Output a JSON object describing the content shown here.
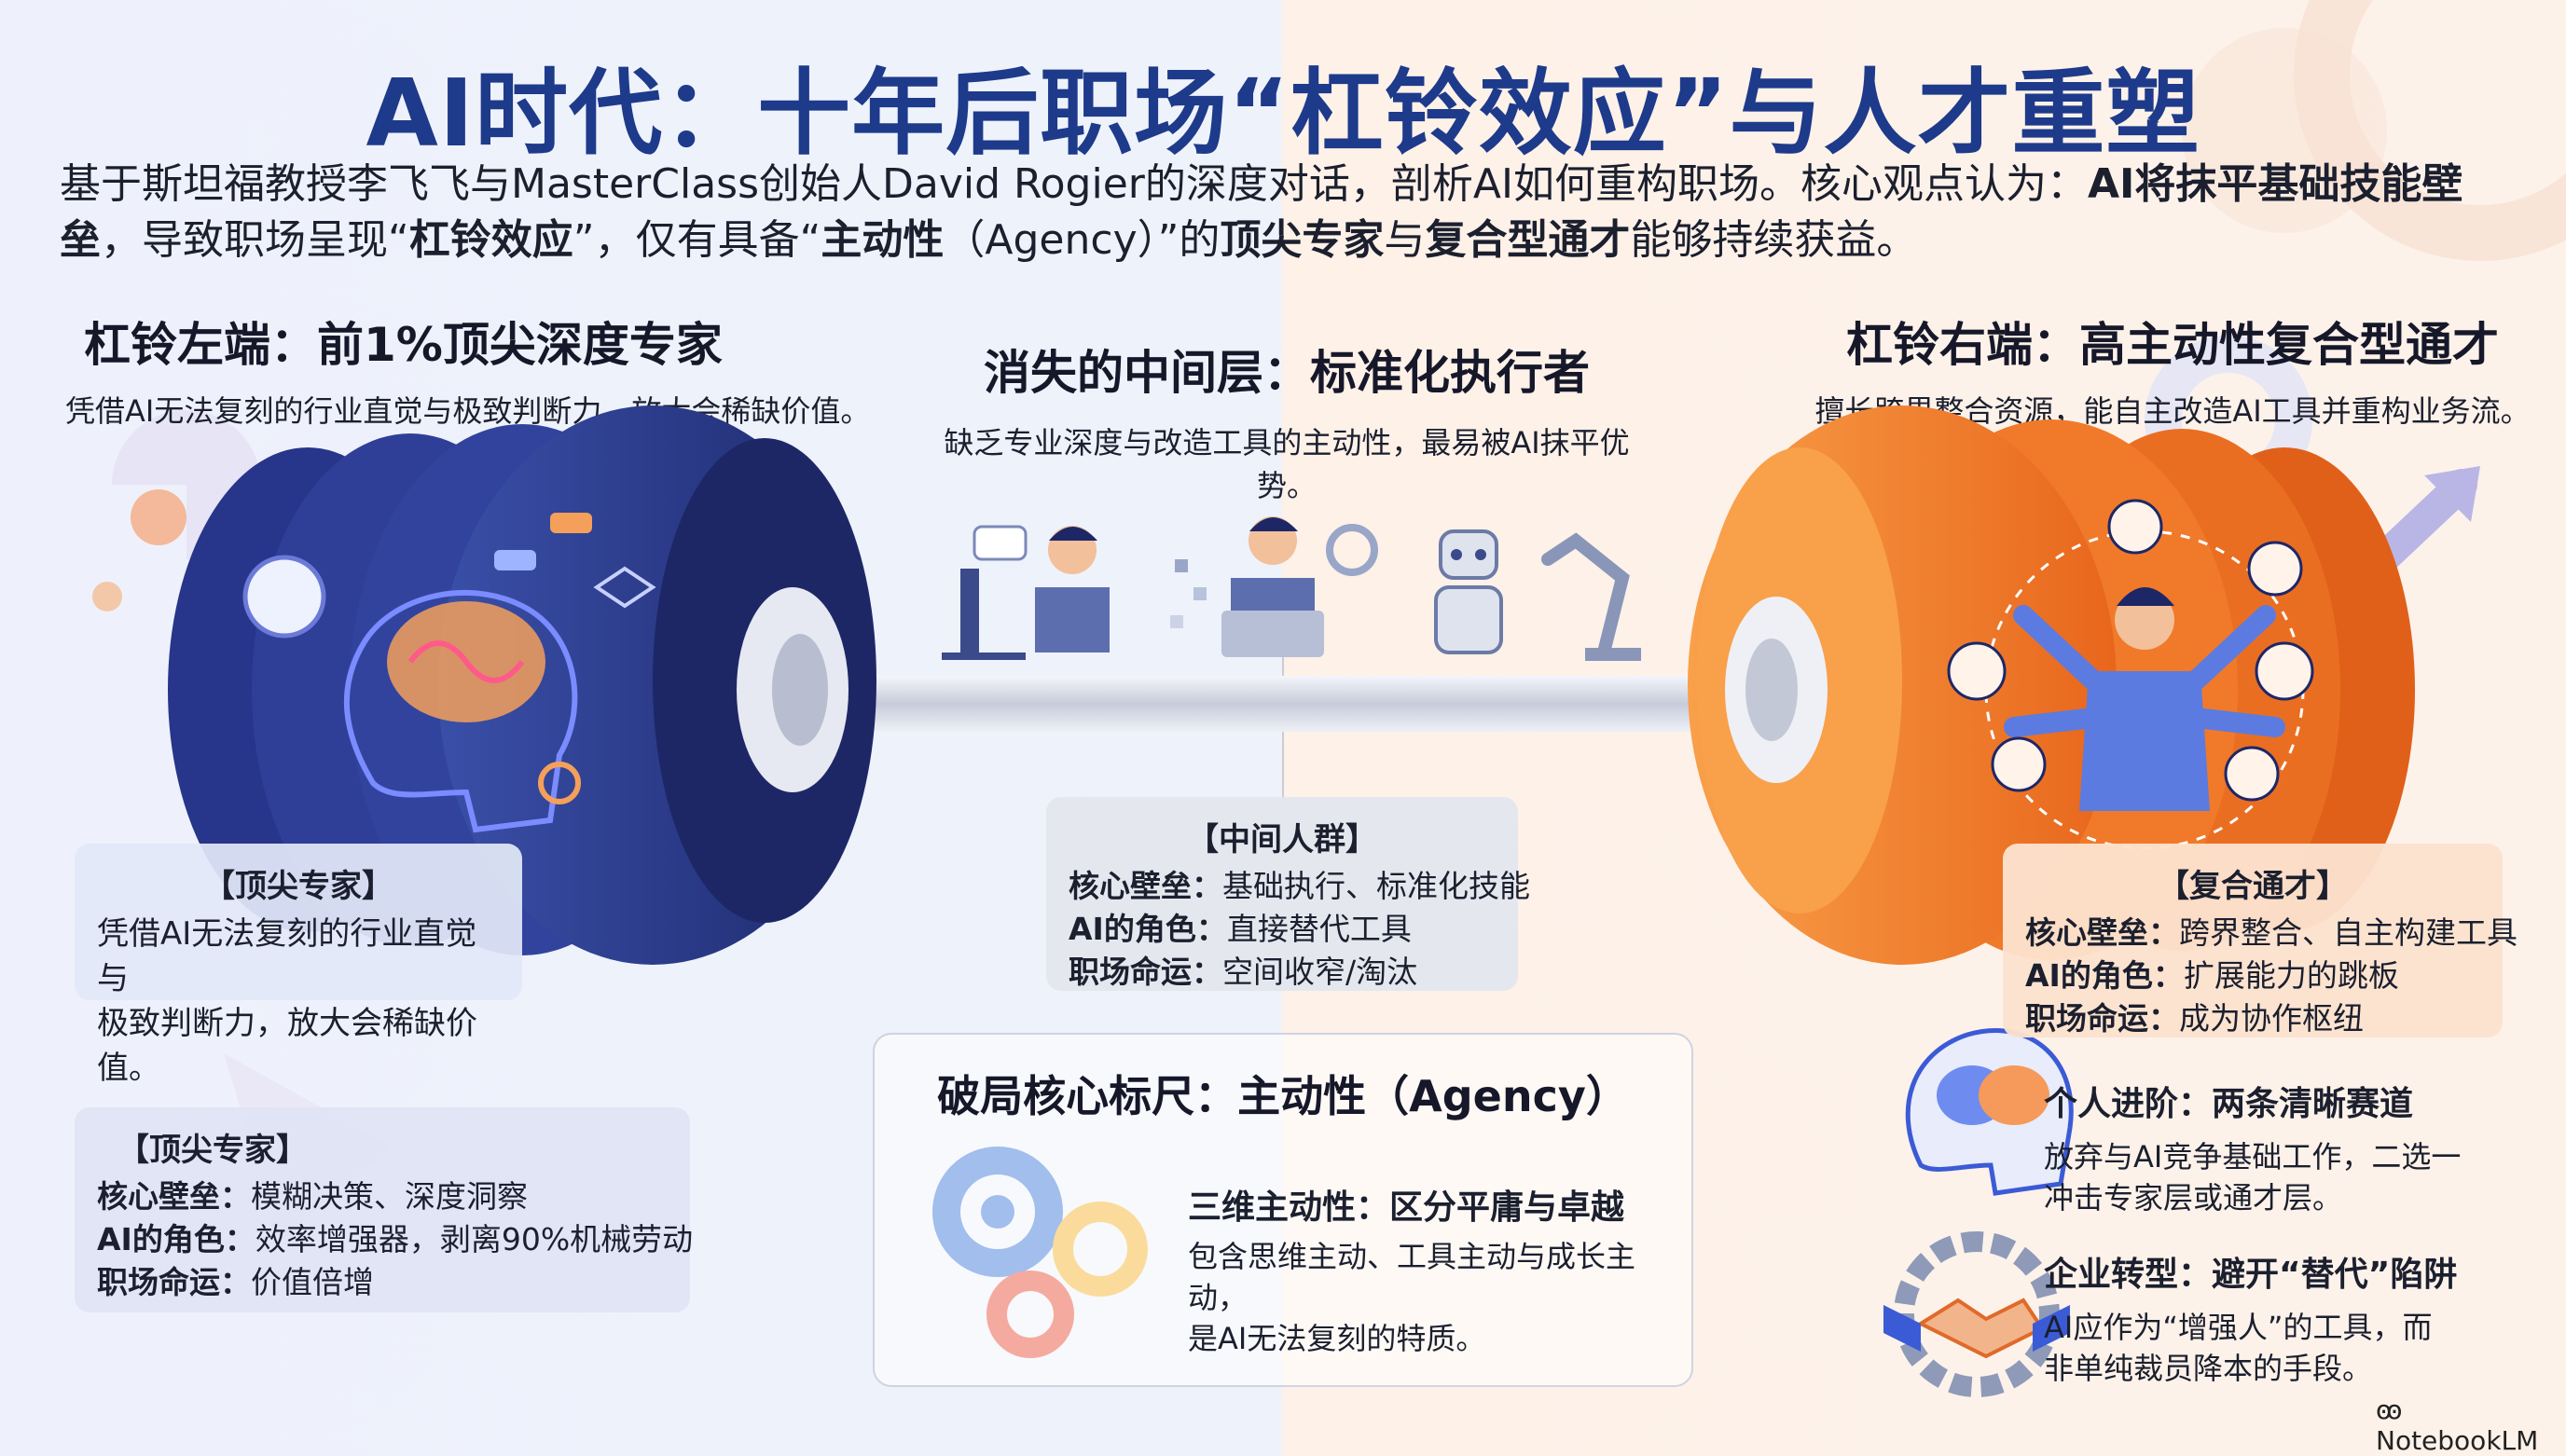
{
  "title": "AI时代：十年后职场“杠铃效应”与人才重塑",
  "intro": {
    "part1": "基于斯坦福教授李飞飞与MasterClass创始人David Rogier的深度对话，剖析AI如何重构职场。核心观点认为：",
    "bold1": "AI将抹平基础技能壁垒",
    "part2": "，导致职场呈现“",
    "bold2": "杠铃效应",
    "part3": "”，仅有具备“",
    "bold3": "主动性",
    "part4": "（Agency）”的",
    "bold4": "顶尖专家",
    "part5": "与",
    "bold5": "复合型通才",
    "part6": "能够持续获益。"
  },
  "left_section": {
    "heading": "杠铃左端：前1%顶尖深度专家",
    "subtitle": "凭借AI无法复刻的行业直觉与极致判断力，放大会稀缺价值。"
  },
  "middle_section": {
    "heading": "消失的中间层：标准化执行者",
    "subtitle": "缺乏专业深度与改造工具的主动性，最易被AI抹平优势。"
  },
  "right_section": {
    "heading": "杠铃右端：高主动性复合型通才",
    "subtitle": "擅长跨界整合资源，能自主改造AI工具并重构业务流。"
  },
  "expert_card_small": {
    "title": "【顶尖专家】",
    "line1": "凭借AI无法复刻的行业直觉与",
    "line2": "极致判断力，放大会稀缺价值。"
  },
  "expert_card": {
    "title": "【顶尖专家】",
    "rows": [
      {
        "label": "核心壁垒：",
        "value": "模糊决策、深度洞察"
      },
      {
        "label": "AI的角色：",
        "value": "效率增强器，剥离90%机械劳动"
      },
      {
        "label": "职场命运：",
        "value": "价值倍增"
      }
    ]
  },
  "middle_card": {
    "title": "【中间人群】",
    "rows": [
      {
        "label": "核心壁垒：",
        "value": "基础执行、标准化技能"
      },
      {
        "label": "AI的角色：",
        "value": "直接替代工具"
      },
      {
        "label": "职场命运：",
        "value": "空间收窄/淘汰"
      }
    ]
  },
  "generalist_card": {
    "title": "【复合通才】",
    "rows": [
      {
        "label": "核心壁垒：",
        "value": "跨界整合、自主构建工具"
      },
      {
        "label": "AI的角色：",
        "value": "扩展能力的跳板"
      },
      {
        "label": "职场命运：",
        "value": "成为协作枢纽"
      }
    ]
  },
  "agency_box": {
    "heading": "破局核心标尺：主动性（Agency）",
    "sub_heading": "三维主动性：区分平庸与卓越",
    "line1": "包含思维主动、工具主动与成长主动，",
    "line2": "是AI无法复刻的特质。"
  },
  "personal": {
    "heading": "个人进阶：两条清晰赛道",
    "line1": "放弃与AI竞争基础工作，二选一",
    "line2": "冲击专家层或通才层。"
  },
  "enterprise": {
    "heading": "企业转型：避开“替代”陷阱",
    "line1": "AI应作为“增强人”的工具，而",
    "line2": "非单纯裁员降本的手段。"
  },
  "watermark": "NotebookLM",
  "colors": {
    "title_blue": "#1e3a8a",
    "plate_blue": "#2c3a8c",
    "plate_orange": "#f07a2a",
    "bar_silver": "#d9dde8"
  }
}
